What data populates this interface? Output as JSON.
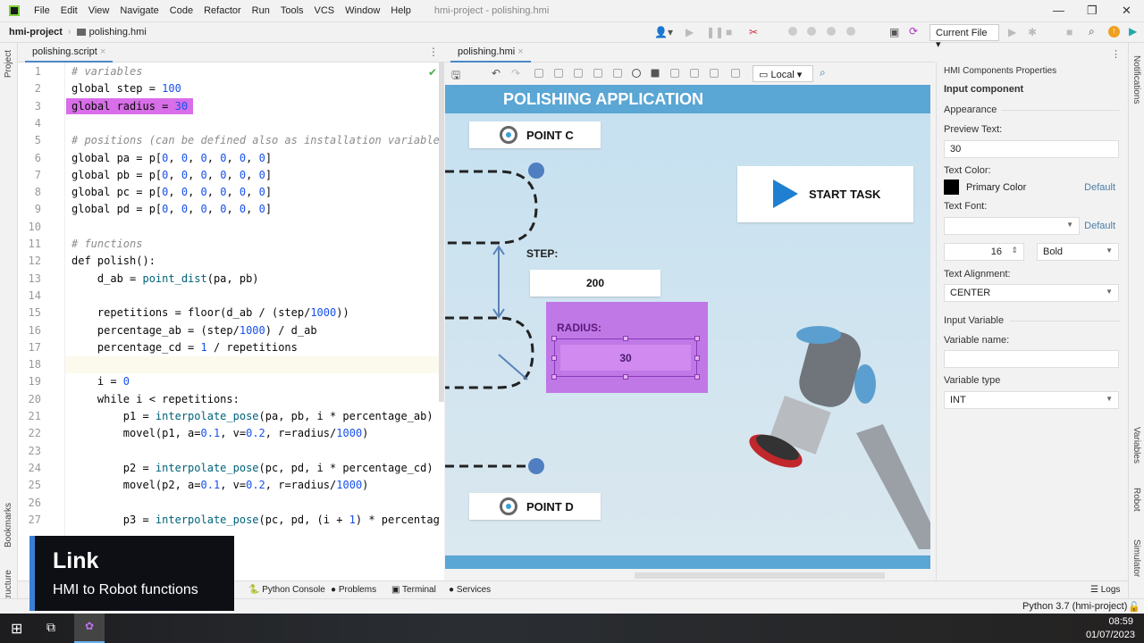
{
  "menu": [
    "File",
    "Edit",
    "View",
    "Navigate",
    "Code",
    "Refactor",
    "Run",
    "Tools",
    "VCS",
    "Window",
    "Help"
  ],
  "window_title": "hmi-project - polishing.hmi",
  "breadcrumb": {
    "project": "hmi-project",
    "file": "polishing.hmi"
  },
  "run_config": "Current File",
  "left_tabs": [
    "Project",
    "Bookmarks",
    "Structure"
  ],
  "right_tabs": [
    "Notifications",
    "Variables",
    "Robot",
    "Simulator"
  ],
  "editor": {
    "tab": "polishing.script",
    "lines": [
      "# variables",
      "global step = 100",
      "global radius = 30",
      "",
      "# positions (can be defined also as installation variable",
      "global pa = p[0, 0, 0, 0, 0, 0]",
      "global pb = p[0, 0, 0, 0, 0, 0]",
      "global pc = p[0, 0, 0, 0, 0, 0]",
      "global pd = p[0, 0, 0, 0, 0, 0]",
      "",
      "# functions",
      "def polish():",
      "    d_ab = point_dist(pa, pb)",
      "",
      "    repetitions = floor(d_ab / (step/1000))",
      "    percentage_ab = (step/1000) / d_ab",
      "    percentage_cd = 1 / repetitions",
      "",
      "    i = 0",
      "    while i < repetitions:",
      "        p1 = interpolate_pose(pa, pb, i * percentage_ab)",
      "        movel(p1, a=0.1, v=0.2, r=radius/1000)",
      "",
      "        p2 = interpolate_pose(pc, pd, i * percentage_cd)",
      "        movel(p2, a=0.1, v=0.2, r=radius/1000)",
      "",
      "        p3 = interpolate_pose(pc, pd, (i + 1) * percentag"
    ],
    "highlighted_line": 3
  },
  "hmi": {
    "tab": "polishing.hmi",
    "target": "Local",
    "title": "POLISHING APPLICATION",
    "point_c": "POINT C",
    "point_d": "POINT D",
    "start": "START TASK",
    "step_label": "STEP:",
    "step_value": "200",
    "radius_label": "RADIUS:",
    "radius_value": "30"
  },
  "props": {
    "panel_title": "HMI Components Properties",
    "component": "Input component",
    "appearance": "Appearance",
    "preview_label": "Preview Text:",
    "preview_value": "30",
    "color_label": "Text Color:",
    "color_name": "Primary Color",
    "color": "#000000",
    "default": "Default",
    "font_label": "Text Font:",
    "font_value": "",
    "size": "16",
    "weight": "Bold",
    "align_label": "Text Alignment:",
    "align": "CENTER",
    "input_var": "Input Variable",
    "var_name_label": "Variable name:",
    "var_name": "",
    "var_type_label": "Variable type",
    "var_type": "INT"
  },
  "toolwin": [
    "Python Console",
    "Problems",
    "Terminal",
    "Services"
  ],
  "logs": "Logs",
  "interpreter": "Python 3.7 (hmi-project)",
  "overlay": {
    "title": "Link",
    "subtitle": "HMI to Robot functions"
  },
  "clock": {
    "time": "08:59",
    "date": "01/07/2023"
  }
}
